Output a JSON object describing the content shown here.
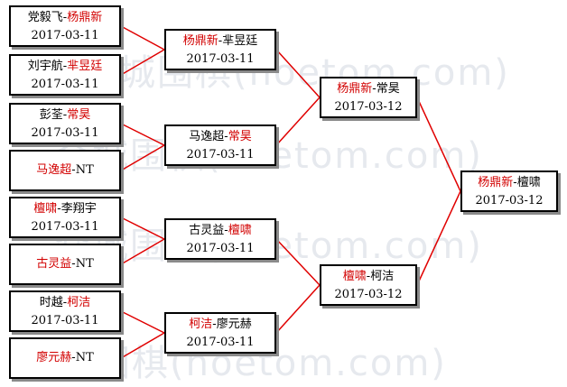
{
  "watermark": "众城围棋(hoetom.com)",
  "colors": {
    "winner": "#d20000",
    "text": "#000000",
    "line": "#e00000"
  },
  "round1": [
    {
      "p1": "党毅飞",
      "sep": "-",
      "p2": "杨鼎新",
      "winner": "p2",
      "date": "2017-03-11"
    },
    {
      "p1": "刘宇航",
      "sep": "-",
      "p2": "芈昱廷",
      "winner": "p2",
      "date": "2017-03-11"
    },
    {
      "p1": "彭荃",
      "sep": "-",
      "p2": "常昊",
      "winner": "p2",
      "date": "2017-03-11"
    },
    {
      "p1": "马逸超",
      "sep": "-",
      "p2": "NT",
      "winner": "p1",
      "date": ""
    },
    {
      "p1": "檀啸",
      "sep": "-",
      "p2": "李翔宇",
      "winner": "p1",
      "date": "2017-03-11"
    },
    {
      "p1": "古灵益",
      "sep": "-",
      "p2": "NT",
      "winner": "p1",
      "date": ""
    },
    {
      "p1": "时越",
      "sep": "-",
      "p2": "柯洁",
      "winner": "p2",
      "date": "2017-03-11"
    },
    {
      "p1": "廖元赫",
      "sep": "-",
      "p2": "NT",
      "winner": "p1",
      "date": ""
    }
  ],
  "round2": [
    {
      "p1": "杨鼎新",
      "sep": "-",
      "p2": "芈昱廷",
      "winner": "p1",
      "date": "2017-03-11"
    },
    {
      "p1": "马逸超",
      "sep": "-",
      "p2": "常昊",
      "winner": "p2",
      "date": "2017-03-11"
    },
    {
      "p1": "古灵益",
      "sep": "-",
      "p2": "檀啸",
      "winner": "p2",
      "date": "2017-03-11"
    },
    {
      "p1": "柯洁",
      "sep": "-",
      "p2": "廖元赫",
      "winner": "p1",
      "date": "2017-03-11"
    }
  ],
  "round3": [
    {
      "p1": "杨鼎新",
      "sep": "-",
      "p2": "常昊",
      "winner": "p1",
      "date": "2017-03-12"
    },
    {
      "p1": "檀啸",
      "sep": "-",
      "p2": "柯洁",
      "winner": "p1",
      "date": "2017-03-12"
    }
  ],
  "final": [
    {
      "p1": "杨鼎新",
      "sep": "-",
      "p2": "檀啸",
      "winner": "p1",
      "date": "2017-03-12"
    }
  ]
}
